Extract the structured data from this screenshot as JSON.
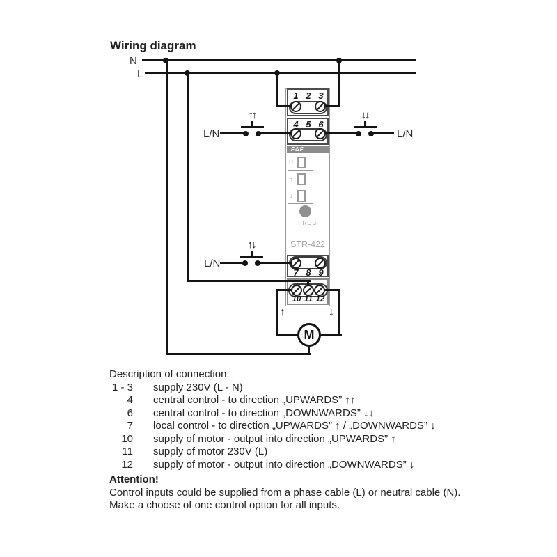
{
  "title": "Wiring diagram",
  "power": {
    "n": "N",
    "l": "L"
  },
  "device": {
    "brand": "F&F",
    "model": "STR-422",
    "prog": "PROG",
    "leds": [
      "U",
      "↑",
      "↓"
    ],
    "blocks": [
      {
        "nums": [
          "1",
          "2",
          "3"
        ]
      },
      {
        "nums": [
          "4",
          "5",
          "6"
        ]
      },
      {
        "nums": [
          "7",
          "8",
          "9"
        ]
      },
      {
        "nums": [
          "10",
          "11",
          "12"
        ]
      }
    ]
  },
  "switches": [
    {
      "label": "L/N",
      "arrows": "↑↑"
    },
    {
      "label": "L/N",
      "arrows": "↓↓"
    },
    {
      "label": "L/N",
      "arrows": "↑↓"
    }
  ],
  "motor": {
    "label": "M",
    "up_arrow": "↑",
    "down_arrow": "↓"
  },
  "description": {
    "heading": "Description of connection:",
    "rows": [
      {
        "num": "1 - 3",
        "text": "supply 230V (L - N)"
      },
      {
        "num": "4",
        "text": "central control - to direction „UPWARDS” ↑↑"
      },
      {
        "num": "6",
        "text": "central control - to direction „DOWNWARDS” ↓↓"
      },
      {
        "num": "7",
        "text": "local control - to direction „UPWARDS” ↑ / „DOWNWARDS” ↓"
      },
      {
        "num": "10",
        "text": "supply of motor - output into direction „UPWARDS” ↑"
      },
      {
        "num": "11",
        "text": "supply of motor 230V (L)"
      },
      {
        "num": "12",
        "text": "supply of motor - output into direction „DOWNWARDS” ↓"
      }
    ]
  },
  "attention": {
    "heading": "Attention!",
    "lines": [
      "Control inputs could be supplied from a phase cable (L) or neutral cable (N).",
      "Make a choose of one control option for all inputs."
    ]
  },
  "colors": {
    "wire": "#141414",
    "device_text": "#a3a3a3",
    "band": "#8c8c8c"
  }
}
